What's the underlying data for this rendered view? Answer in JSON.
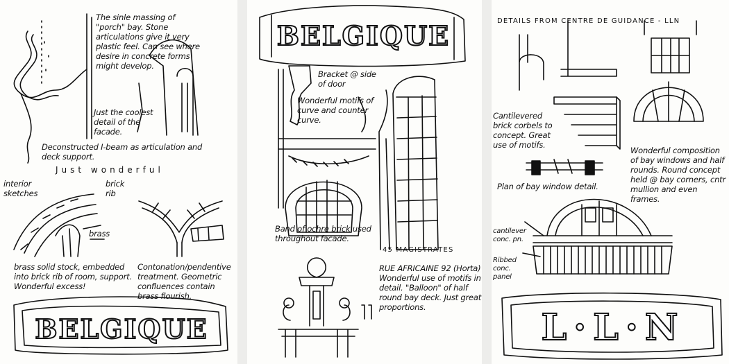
{
  "pages": [
    {
      "notes": {
        "porch_bay": "The sinle massing of \"porch\" bay. Stone articulations give it very plastic feel. Can see where desire in concrete forms might develop.",
        "coolest": "Just the coolest detail of the facade.",
        "ibeam": "Deconstructed I-beam as articulation and deck support.",
        "wonderful": "Just wonderful",
        "interior": "interior sketches",
        "brick_rib": "brick rib",
        "brass": "brass",
        "brass_rod": "brass solid stock, embedded into brick rib of room, support. Wonderful excess!",
        "pendentive": "Contonation/pendentive treatment. Geometric confluences contain brass flourish."
      },
      "banner": "BELGIQUE"
    },
    {
      "banner": "BELGIQUE",
      "notes": {
        "bracket": "Bracket @ side of door",
        "motifs": "Wonderful motifs of curve and counter curve.",
        "band": "Band of ochre brick used throughout facade.",
        "address": "45 MAGISTRATES",
        "rue": "RUE AFRICAINE 92 (Horta) Wonderful use of motifs in detail. \"Balloon\" of half round bay deck. Just great proportions."
      }
    },
    {
      "heading": "DETAILS FROM CENTRE DE GUIDANCE - LLN",
      "notes": {
        "cantilevered": "Cantilevered brick corbels to concept. Great use of motifs.",
        "plan": "Plan of bay window detail.",
        "composition": "Wonderful composition of bay windows and half rounds. Round concept held @ bay corners, cntr mullion and even frames.",
        "cantilever_label": "cantilever conc. pn.",
        "ribbed": "Ribbed conc. panel"
      },
      "banner": "L·L·N"
    }
  ]
}
